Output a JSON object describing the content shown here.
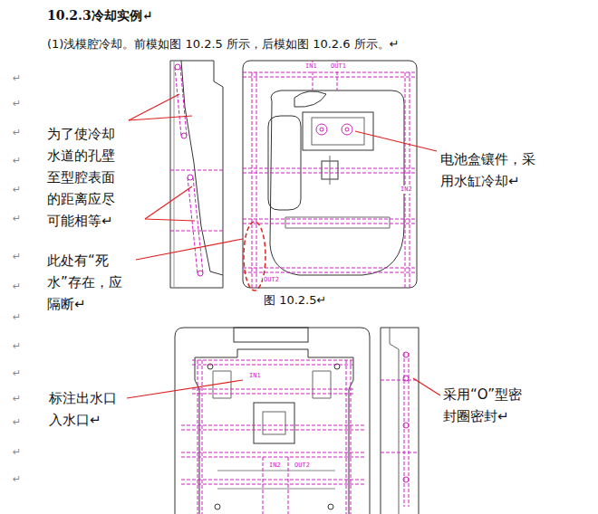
{
  "diagram": {
    "title": "10.2.3冷却实例↵",
    "caption": "图 10.2.5↵",
    "labels": [
      "(1)浅模腔冷却。前模如图 10.2.5 所示，后模如图 10.2.6 所示。↵",
      "为了使冷却水道的孔壁至型腔表面的距离应尽可能相等↵",
      "此处有“死水”存在，应隔断↵",
      "电池盒镶件，采用水缸冷却↵",
      "标注出水口入水口↵",
      "采用“O”型密封圈密封↵",
      "IN1",
      "OUT1",
      "IN2",
      "OUT2",
      "IN1",
      "IN2",
      "OUT2",
      "↵",
      "↵",
      "↵",
      "↵",
      "↵",
      "↵",
      "↵",
      "↵",
      "↵",
      "↵",
      "↵",
      "↵",
      "↵",
      "↵",
      "↵"
    ]
  }
}
